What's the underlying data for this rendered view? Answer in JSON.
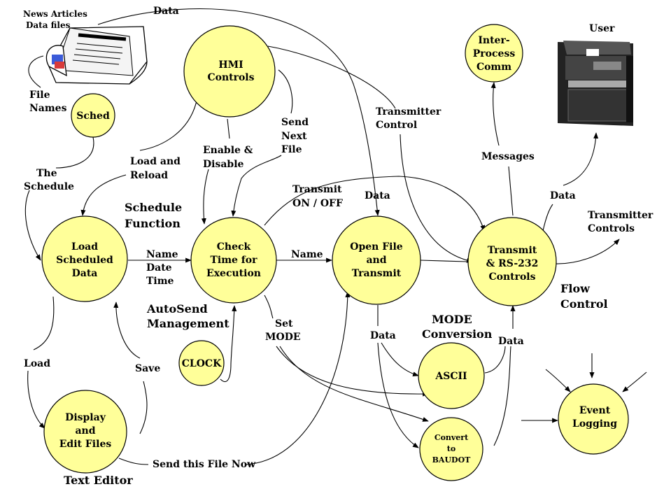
{
  "colors": {
    "node_fill": "#ffff99",
    "stroke": "#000000",
    "background": "#ffffff"
  },
  "external": {
    "news": [
      "News Articles",
      "Data files"
    ],
    "user": "User"
  },
  "nodes": {
    "sched": [
      "Sched"
    ],
    "hmi": [
      "HMI",
      "Controls"
    ],
    "ipc": [
      "Inter-",
      "Process",
      "Comm"
    ],
    "load": [
      "Load",
      "Scheduled",
      "Data"
    ],
    "check": [
      "Check",
      "Time for",
      "Execution"
    ],
    "open": [
      "Open File",
      "and",
      "Transmit"
    ],
    "transmit": [
      "Transmit",
      "& RS-232",
      "Controls"
    ],
    "clock": [
      "CLOCK"
    ],
    "ascii": [
      "ASCII"
    ],
    "baudot": [
      "Convert",
      "to",
      "BAUDOT"
    ],
    "display": [
      "Display",
      "and",
      "Edit Files"
    ],
    "event": [
      "Event",
      "Logging"
    ]
  },
  "sections": {
    "schedule_function": [
      "Schedule",
      "Function"
    ],
    "autosend": [
      "AutoSend",
      "Management"
    ],
    "mode_conversion": [
      "MODE",
      "Conversion"
    ],
    "flow_control": [
      "Flow",
      "Control"
    ],
    "text_editor": "Text Editor"
  },
  "labels": {
    "data_top": "Data",
    "file_names": [
      "File",
      "Names"
    ],
    "the_schedule": [
      "The",
      "Schedule"
    ],
    "load_reload": [
      "Load and",
      "Reload"
    ],
    "enable_disable": [
      "Enable &",
      "Disable"
    ],
    "send_next": [
      "Send",
      "Next",
      "File"
    ],
    "transmitter_control": [
      "Transmitter",
      "Control"
    ],
    "messages": "Messages",
    "transmit_onoff": [
      "Transmit",
      "ON / OFF"
    ],
    "data_open": "Data",
    "data_user": "Data",
    "transmitter_controls": [
      "Transmitter",
      "Controls"
    ],
    "name_date_time": [
      "Name",
      "Date",
      "Time"
    ],
    "name": "Name",
    "set_mode": [
      "Set",
      "MODE"
    ],
    "data_mode_in": "Data",
    "data_mode_out": "Data",
    "load": "Load",
    "save": "Save",
    "send_now": "Send this File Now"
  }
}
